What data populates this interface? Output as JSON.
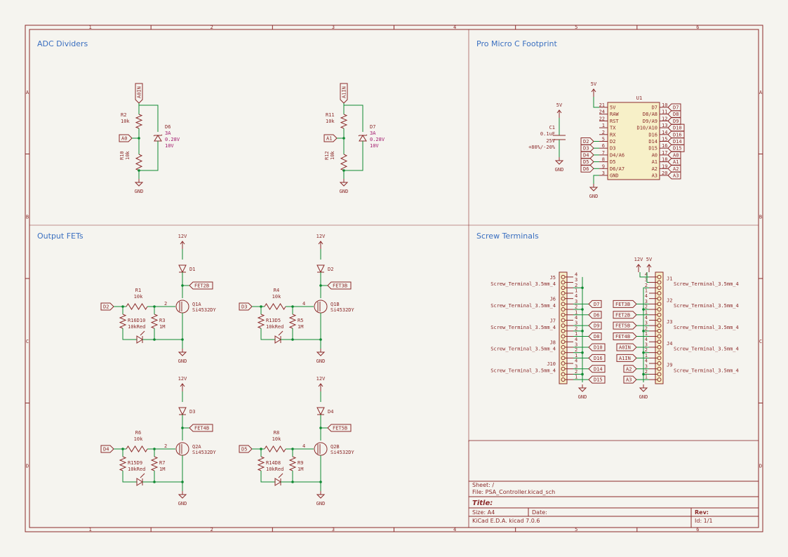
{
  "sheet": {
    "columns": [
      "1",
      "2",
      "3",
      "4",
      "5",
      "6"
    ],
    "rows": [
      "A",
      "B",
      "C",
      "D"
    ],
    "sections": {
      "adc": "ADC Dividers",
      "promicro": "Pro Micro C Footprint",
      "fets": "Output FETs",
      "screw": "Screw Terminals"
    }
  },
  "adc": {
    "ch0": {
      "in": "A0IN",
      "r_top": "R2",
      "r_top_val": "10k",
      "net": "A0",
      "r_bot": "R10",
      "r_bot_val": "10k",
      "d": "D6",
      "d_v1": "3A",
      "d_v2": "0.28V",
      "d_v3": "10V",
      "gnd": "GND"
    },
    "ch1": {
      "in": "A1IN",
      "r_top": "R11",
      "r_top_val": "10k",
      "net": "A1",
      "r_bot": "R12",
      "r_bot_val": "10k",
      "d": "D7",
      "d_v1": "3A",
      "d_v2": "0.28V",
      "d_v3": "10V",
      "gnd": "GND"
    }
  },
  "promicro": {
    "ref": "U1",
    "c_ref": "C1",
    "c_v1": "0.1uF",
    "c_v2": "25V",
    "c_v3": "+80%/-20%",
    "pwr": "5V",
    "gnd": "GND",
    "left_pins": [
      {
        "num": "21",
        "name": "5V"
      },
      {
        "num": "24",
        "name": "RAW"
      },
      {
        "num": "22",
        "name": "RST"
      },
      {
        "num": "1",
        "name": "TX"
      },
      {
        "num": "2",
        "name": "RX"
      },
      {
        "num": "5",
        "name": "D2"
      },
      {
        "num": "6",
        "name": "D3"
      },
      {
        "num": "7",
        "name": "D4/A6"
      },
      {
        "num": "8",
        "name": "D5"
      },
      {
        "num": "9",
        "name": "D6/A7"
      },
      {
        "num": "3",
        "name": "GND"
      }
    ],
    "left_labels": [
      "D2",
      "D3",
      "D4",
      "D5",
      "D6"
    ],
    "right_pins": [
      {
        "num": "10",
        "name": "D7",
        "net": "D7"
      },
      {
        "num": "11",
        "name": "D8/A8",
        "net": "D8"
      },
      {
        "num": "12",
        "name": "D9/A9",
        "net": "D9"
      },
      {
        "num": "13",
        "name": "D10/A10",
        "net": "D10"
      },
      {
        "num": "14",
        "name": "D16",
        "net": "D16"
      },
      {
        "num": "15",
        "name": "D14",
        "net": "D14"
      },
      {
        "num": "16",
        "name": "D15",
        "net": "D15"
      },
      {
        "num": "17",
        "name": "A0",
        "net": "A0"
      },
      {
        "num": "18",
        "name": "A1",
        "net": "A1"
      },
      {
        "num": "19",
        "name": "A2",
        "net": "A2"
      },
      {
        "num": "20",
        "name": "A3",
        "net": "A3"
      }
    ]
  },
  "fets": {
    "supply": "12V",
    "gnd": "GND",
    "channels": [
      {
        "in": "D2",
        "r_gate": "R1",
        "r_gate_val": "10k",
        "r_led": "R16",
        "d_led": "D10",
        "led_val": "10kRed",
        "r_pd": "R3",
        "r_pd_val": "1M",
        "pin": "2",
        "q": "Q1A",
        "q_val": "Si4532DY",
        "d_fly": "D1",
        "out": "FET2B"
      },
      {
        "in": "D3",
        "r_gate": "R4",
        "r_gate_val": "10k",
        "r_led": "R13",
        "d_led": "D5",
        "led_val": "10kRed",
        "r_pd": "R5",
        "r_pd_val": "1M",
        "pin": "4",
        "q": "Q1B",
        "q_val": "Si4532DY",
        "d_fly": "D2",
        "out": "FET3B"
      },
      {
        "in": "D4",
        "r_gate": "R6",
        "r_gate_val": "10k",
        "r_led": "R15",
        "d_led": "D9",
        "led_val": "10kRed",
        "r_pd": "R7",
        "r_pd_val": "1M",
        "pin": "2",
        "q": "Q2A",
        "q_val": "Si4532DY",
        "d_fly": "D3",
        "out": "FET4B"
      },
      {
        "in": "D5",
        "r_gate": "R8",
        "r_gate_val": "10k",
        "r_led": "R14",
        "d_led": "D8",
        "led_val": "10kRed",
        "r_pd": "R9",
        "r_pd_val": "1M",
        "pin": "4",
        "q": "Q2B",
        "q_val": "Si4532DY",
        "d_fly": "D4",
        "out": "FET5B"
      }
    ]
  },
  "screw": {
    "type": "Screw_Terminal_3.5mm_4",
    "left": [
      {
        "ref": "J5",
        "nets": []
      },
      {
        "ref": "J6",
        "nets": [
          "D7",
          "D6"
        ]
      },
      {
        "ref": "J7",
        "nets": [
          "D9",
          "D8"
        ]
      },
      {
        "ref": "J8",
        "nets": [
          "D10",
          "D16"
        ]
      },
      {
        "ref": "J10",
        "nets": [
          "D14",
          "D15"
        ]
      }
    ],
    "right": [
      {
        "ref": "J1",
        "nets": []
      },
      {
        "ref": "J2",
        "nets": [
          "FET3B",
          "FET2B"
        ]
      },
      {
        "ref": "J3",
        "nets": [
          "FET5B",
          "FET4B"
        ]
      },
      {
        "ref": "J4",
        "nets": [
          "A0IN",
          "A1IN"
        ]
      },
      {
        "ref": "J9",
        "nets": [
          "A2",
          "A3"
        ]
      }
    ],
    "pins": [
      "4",
      "3",
      "2",
      "1"
    ],
    "pwr12": "12V",
    "pwr5": "5V",
    "gnd": "GND"
  },
  "titleblock": {
    "sheet": "Sheet: /",
    "file": "File: PSA_Controller.kicad_sch",
    "title": "Title:",
    "size": "Size: A4",
    "date": "Date:",
    "rev": "Rev:",
    "tool": "KiCad E.D.A.  kicad  7.0.6",
    "id": "Id: 1/1"
  }
}
